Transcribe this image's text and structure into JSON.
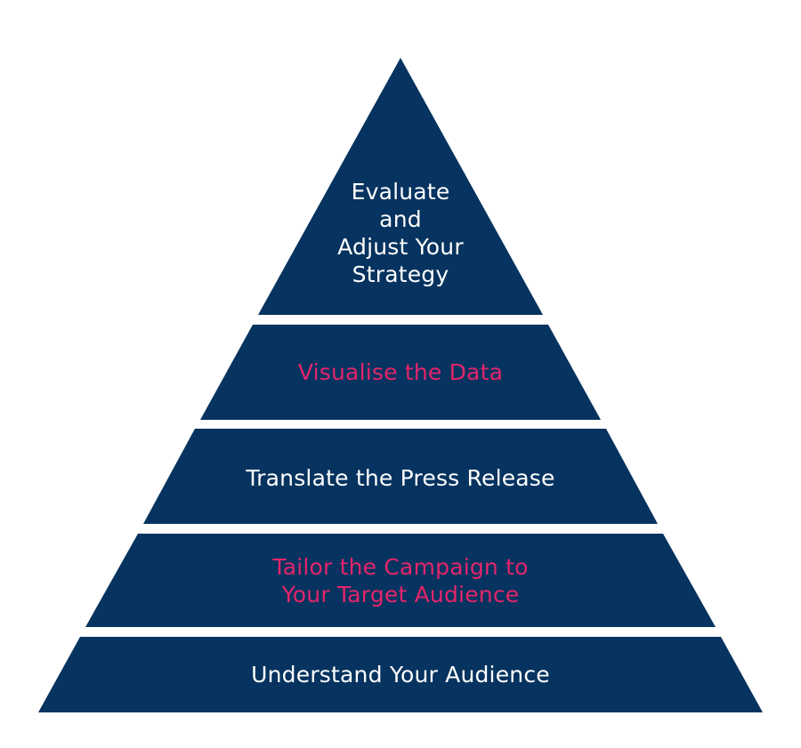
{
  "colors": {
    "tier_fill": "#06335f",
    "text_white": "#ffffff",
    "text_pink": "#e3256b",
    "background": "#ffffff"
  },
  "pyramid": {
    "tiers": [
      {
        "id": "evaluate",
        "lines": [
          "Evaluate",
          "and",
          "Adjust Your",
          "Strategy"
        ],
        "text_color": "white"
      },
      {
        "id": "visualise",
        "lines": [
          "Visualise the Data"
        ],
        "text_color": "pink"
      },
      {
        "id": "translate",
        "lines": [
          "Translate the Press Release"
        ],
        "text_color": "white"
      },
      {
        "id": "tailor",
        "lines": [
          "Tailor the Campaign to",
          "Your Target Audience"
        ],
        "text_color": "pink"
      },
      {
        "id": "understand",
        "lines": [
          "Understand Your Audience"
        ],
        "text_color": "white"
      }
    ]
  }
}
